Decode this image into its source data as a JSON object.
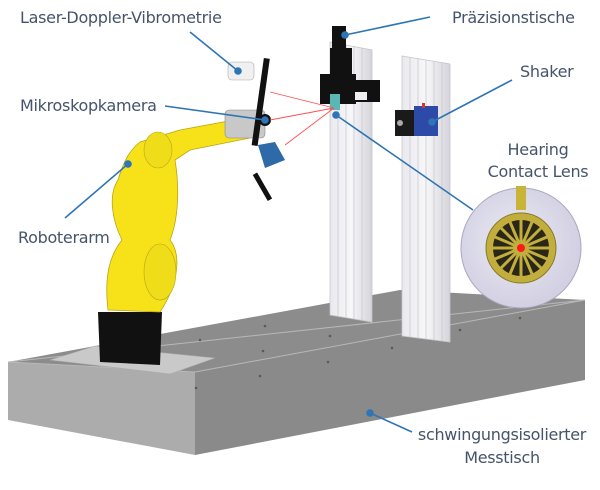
{
  "diagram": {
    "type": "labeled-setup-illustration",
    "colors": {
      "label_text": "#44546a",
      "leader_line": "#2e75b6",
      "laser_beam": "#ff5050",
      "robot_yellow": "#f7e21a",
      "table_gray": "#9a9a9a",
      "shaker_blue": "#2e4aa8"
    },
    "labels": {
      "ldv": "Laser-Doppler-Vibrometrie",
      "stages": "Präzisionstische",
      "shaker": "Shaker",
      "camera": "Mikroskopkamera",
      "lens_line1": "Hearing",
      "lens_line2": "Contact Lens",
      "robot": "Roboterarm",
      "table_line1": "schwingungsisolierter",
      "table_line2": "Messtisch"
    }
  }
}
